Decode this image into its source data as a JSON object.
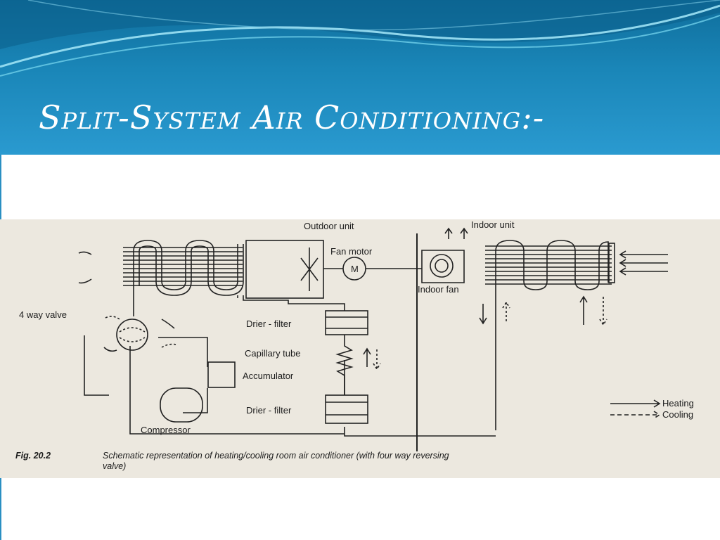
{
  "slide": {
    "title": "Split-System Air Conditioning:-"
  },
  "diagram": {
    "labels": {
      "outdoor_unit": "Outdoor unit",
      "indoor_unit": "Indoor unit",
      "fan_motor": "Fan motor",
      "motor_symbol": "M",
      "indoor_fan": "Indoor fan",
      "four_way_valve": "4 way valve",
      "drier_filter_top": "Drier - filter",
      "capillary_tube": "Capillary tube",
      "accumulator": "Accumulator",
      "drier_filter_bottom": "Drier - filter",
      "compressor": "Compressor"
    },
    "legend": {
      "heating": "Heating",
      "cooling": "Cooling"
    },
    "caption": {
      "figure_number": "Fig. 20.2",
      "line1": "Schematic representation of heating/cooling room air conditioner (with four way reversing",
      "line2": "valve)"
    }
  }
}
